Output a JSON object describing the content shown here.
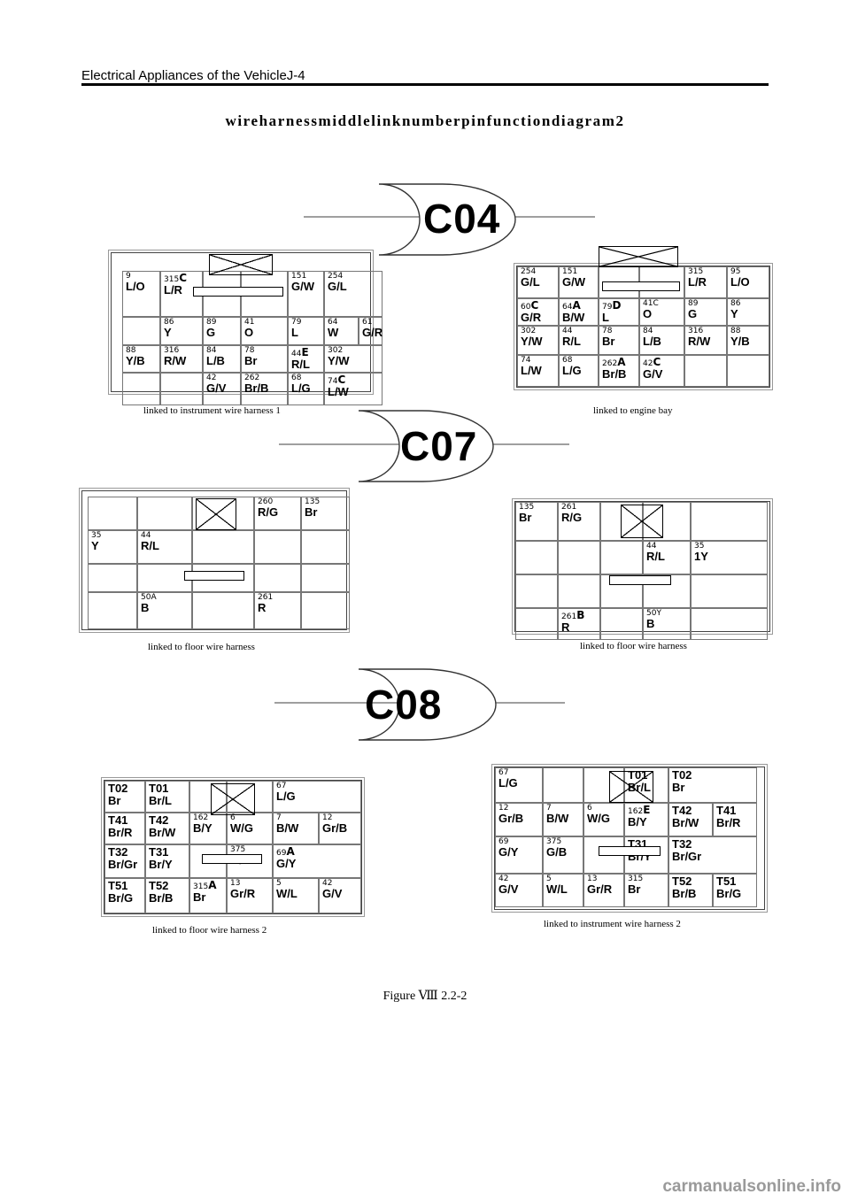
{
  "header": {
    "title": "Electrical Appliances of the VehicleJ-4"
  },
  "diagram_title": "wireharnessmiddlelinknumberpinfunctiondiagram2",
  "connectors": [
    {
      "code": "C04",
      "left": {
        "caption": "linked to instrument wire harness 1",
        "rows": [
          [
            {
              "n": "9",
              "c": "L/O"
            },
            {
              "n": "315",
              "s": "C",
              "c": "L/R"
            },
            {},
            {},
            {
              "n": "151",
              "c": "G/W"
            },
            {
              "n": "254",
              "c": "G/L"
            }
          ],
          [
            {},
            {
              "n": "86",
              "c": "Y"
            },
            {
              "n": "89",
              "c": "G"
            },
            {
              "n": "41",
              "c": "O"
            },
            {
              "n": "79",
              "c": "L"
            },
            {
              "n": "64",
              "c": "W"
            },
            {
              "n": "61",
              "c": "G/R"
            }
          ],
          [
            {
              "n": "88",
              "c": "Y/B"
            },
            {
              "n": "316",
              "c": "R/W"
            },
            {
              "n": "84",
              "c": "L/B"
            },
            {
              "n": "78",
              "c": "Br"
            },
            {
              "n": "44",
              "s": "E",
              "c": "R/L"
            },
            {
              "n": "302",
              "c": "Y/W"
            }
          ],
          [
            {},
            {},
            {
              "n": "42",
              "c": "G/V"
            },
            {
              "n": "262",
              "c": "Br/B"
            },
            {
              "n": "68",
              "c": "L/G"
            },
            {
              "n": "74",
              "s": "C",
              "c": "L/W"
            }
          ]
        ]
      },
      "right": {
        "caption": "linked to engine bay",
        "rows": [
          [
            {
              "n": "254",
              "c": "G/L"
            },
            {
              "n": "151",
              "c": "G/W"
            },
            {},
            {},
            {
              "n": "315",
              "c": "L/R"
            },
            {
              "n": "95",
              "c": "L/O"
            }
          ],
          [
            {
              "n": "60",
              "s": "C",
              "c": "G/R"
            },
            {
              "n": "64",
              "s": "A",
              "c": "B/W"
            },
            {
              "n": "79",
              "s": "D",
              "c": "L"
            },
            {
              "n": "41C",
              "c": "O"
            },
            {
              "n": "89",
              "c": "G"
            },
            {
              "n": "86",
              "c": "Y"
            }
          ],
          [
            {
              "n": "302",
              "c": "Y/W"
            },
            {
              "n": "44",
              "c": "R/L"
            },
            {
              "n": "78",
              "c": "Br"
            },
            {
              "n": "84",
              "c": "L/B"
            },
            {
              "n": "316",
              "c": "R/W"
            },
            {
              "n": "88",
              "c": "Y/B"
            }
          ],
          [
            {
              "n": "74",
              "c": "L/W"
            },
            {
              "n": "68",
              "c": "L/G"
            },
            {
              "n": "262",
              "s": "A",
              "c": "Br/B"
            },
            {
              "n": "42",
              "s": "C",
              "c": "G/V"
            },
            {},
            {}
          ]
        ]
      }
    },
    {
      "code": "C07",
      "left": {
        "caption": "linked to floor wire harness",
        "rows": [
          [
            {},
            {},
            {},
            {
              "n": "260",
              "c": "R/G"
            },
            {
              "n": "135",
              "c": "Br"
            }
          ],
          [
            {
              "n": "35",
              "c": "Y"
            },
            {
              "n": "44",
              "c": "R/L"
            },
            {},
            {},
            {}
          ],
          [
            {},
            {},
            {},
            {},
            {}
          ],
          [
            {},
            {
              "n": "50A",
              "c": "B"
            },
            {},
            {
              "n": "261",
              "c": "R"
            },
            {}
          ]
        ]
      },
      "right": {
        "caption": "linked to floor wire harness",
        "rows": [
          [
            {
              "n": "135",
              "c": "Br"
            },
            {
              "n": "261",
              "c": "R/G"
            },
            {},
            {},
            {}
          ],
          [
            {},
            {},
            {},
            {
              "n": "44",
              "c": "R/L"
            },
            {
              "n": "35",
              "c": "1Y"
            }
          ],
          [
            {},
            {},
            {},
            {},
            {}
          ],
          [
            {},
            {
              "n": "261",
              "s": "B",
              "c": "R"
            },
            {},
            {
              "n": "50Y",
              "c": "B"
            },
            {}
          ]
        ]
      }
    },
    {
      "code": "C08",
      "left": {
        "caption": "linked to floor wire harness 2",
        "rows": [
          [
            {
              "t": "T02",
              "c": "Br"
            },
            {
              "t": "T01",
              "c": "Br/L"
            },
            {},
            {},
            {
              "n": "67",
              "c": "L/G"
            }
          ],
          [
            {
              "t": "T41",
              "c": "Br/R"
            },
            {
              "t": "T42",
              "c": "Br/W"
            },
            {
              "n": "162",
              "c": "B/Y"
            },
            {
              "n": "6",
              "c": "W/G"
            },
            {
              "n": "7",
              "c": "B/W"
            },
            {
              "n": "12",
              "c": "Gr/B"
            }
          ],
          [
            {
              "t": "T32",
              "c": "Br/Gr"
            },
            {
              "t": "T31",
              "c": "Br/Y"
            },
            {},
            {
              "n": "375",
              "c": "G/B"
            },
            {
              "n": "69",
              "s": "A",
              "c": "G/Y"
            }
          ],
          [
            {
              "t": "T51",
              "c": "Br/G"
            },
            {
              "t": "T52",
              "c": "Br/B"
            },
            {
              "n": "315",
              "s": "A",
              "c": "Br"
            },
            {
              "n": "13",
              "c": "Gr/R"
            },
            {
              "n": "5",
              "c": "W/L"
            },
            {
              "n": "42",
              "c": "G/V"
            }
          ]
        ]
      },
      "right": {
        "caption": "linked to instrument wire harness 2",
        "rows": [
          [
            {
              "n": "67",
              "c": "L/G"
            },
            {},
            {},
            {
              "t": "T01",
              "c": "Br/L"
            },
            {
              "t": "T02",
              "c": "Br"
            }
          ],
          [
            {
              "n": "12",
              "c": "Gr/B"
            },
            {
              "n": "7",
              "c": "B/W"
            },
            {
              "n": "6",
              "c": "W/G"
            },
            {
              "n": "162",
              "s": "E",
              "c": "B/Y"
            },
            {
              "t": "T42",
              "c": "Br/W"
            },
            {
              "t": "T41",
              "c": "Br/R"
            }
          ],
          [
            {
              "n": "69",
              "c": "G/Y"
            },
            {
              "n": "375",
              "c": "G/B"
            },
            {},
            {
              "t": "T31",
              "c": "Br/Y"
            },
            {
              "t": "T32",
              "c": "Br/Gr"
            }
          ],
          [
            {
              "n": "42",
              "c": "G/V"
            },
            {
              "n": "5",
              "c": "W/L"
            },
            {
              "n": "13",
              "c": "Gr/R"
            },
            {
              "n": "315",
              "c": "Br"
            },
            {
              "t": "T52",
              "c": "Br/B"
            },
            {
              "t": "T51",
              "c": "Br/G"
            }
          ]
        ]
      }
    }
  ],
  "figure_label": "Figure Ⅷ 2.2-2",
  "watermark": "carmanualsonline.info"
}
